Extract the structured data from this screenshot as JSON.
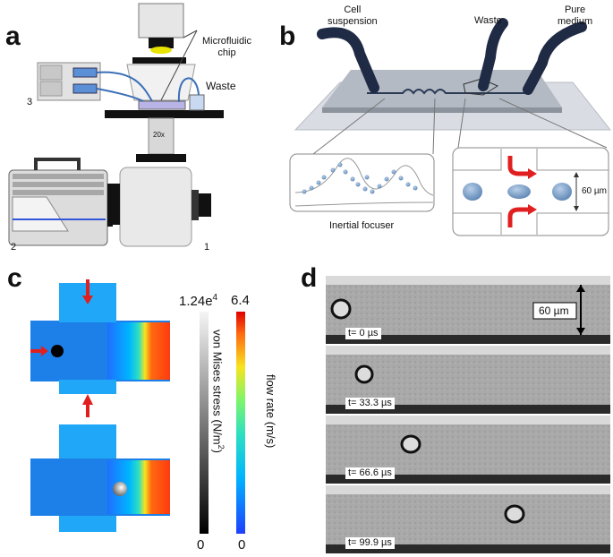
{
  "panels": {
    "a": {
      "letter": "a",
      "labels": {
        "chip": "Microfluidic\nchip",
        "waste": "Waste",
        "pump": "3",
        "laptop": "2",
        "camera": "1",
        "objective": "20x"
      }
    },
    "b": {
      "letter": "b",
      "labels": {
        "cell": "Cell\nsuspension",
        "waste": "Waste",
        "medium": "Pure\nmedium",
        "focuser": "Inertial focuser",
        "width": "60 µm"
      }
    },
    "c": {
      "letter": "c",
      "stress_bar": {
        "max": "1.24e",
        "max_exp": "4",
        "min": "0",
        "label": "von Mises stress (N/m",
        "label_exp": "2",
        "label_end": ")"
      },
      "flow_bar": {
        "max": "6.4",
        "min": "0",
        "label": "flow rate (m/s)"
      }
    },
    "d": {
      "letter": "d",
      "scale": "60 µm",
      "frames": [
        "t= 0 µs",
        "t= 33.3 µs",
        "t= 66.6 µs",
        "t= 99.9 µs"
      ]
    }
  },
  "colors": {
    "jet": [
      "#1f3fff",
      "#00a6ff",
      "#27d9c0",
      "#7df56b",
      "#f7e41f",
      "#ff8a1c",
      "#ff3d10",
      "#e10000"
    ],
    "arrow_red": "#e02020"
  }
}
